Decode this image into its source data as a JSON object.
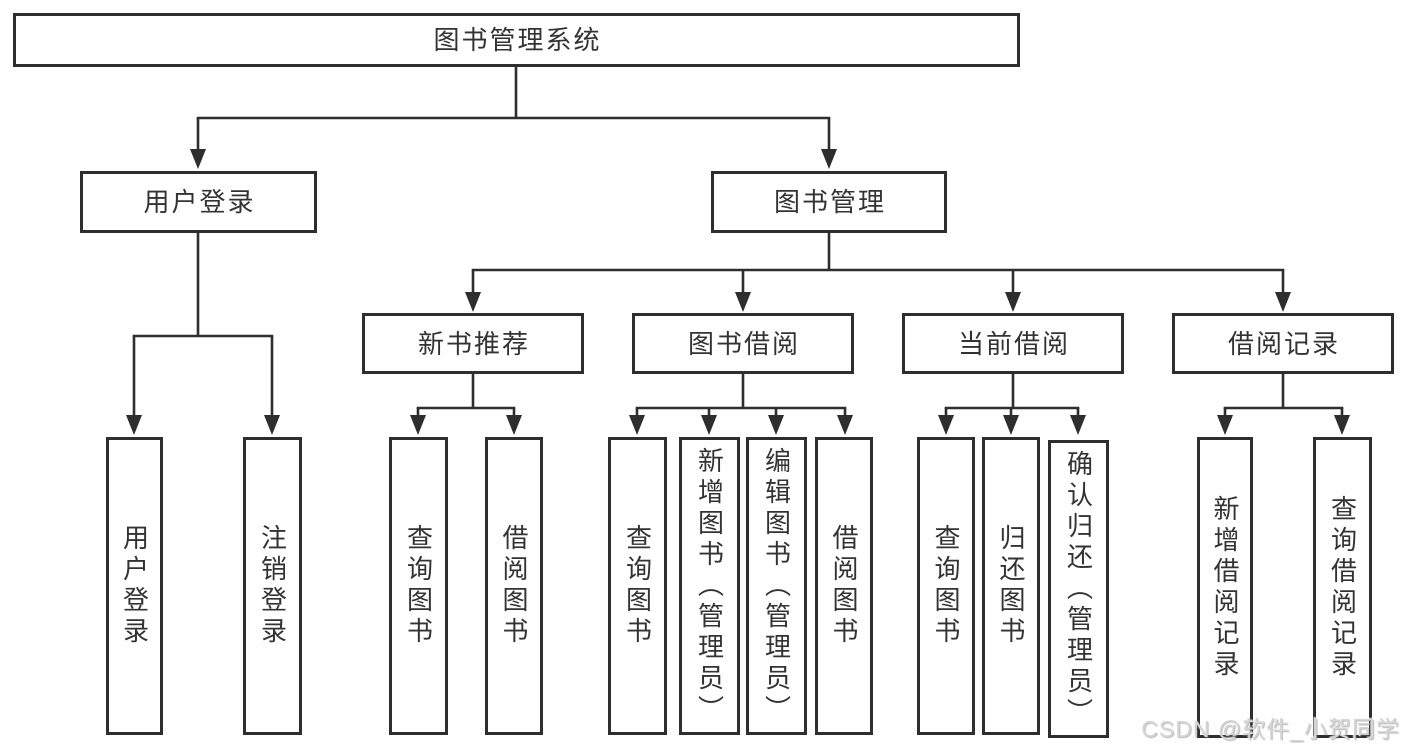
{
  "theme": {
    "background": "#ffffff",
    "line": "#2e2e2e",
    "text": "#333333",
    "watermark": "#d6d6d6"
  },
  "tree": {
    "label": "图书管理系统",
    "children": [
      {
        "label": "用户登录",
        "children": [
          {
            "label": "用户登录"
          },
          {
            "label": "注销登录"
          }
        ]
      },
      {
        "label": "图书管理",
        "children": [
          {
            "label": "新书推荐",
            "children": [
              {
                "label": "查询图书"
              },
              {
                "label": "借阅图书"
              }
            ]
          },
          {
            "label": "图书借阅",
            "children": [
              {
                "label": "查询图书"
              },
              {
                "label": "新增图书（管理员）"
              },
              {
                "label": "编辑图书（管理员）"
              },
              {
                "label": "借阅图书"
              }
            ]
          },
          {
            "label": "当前借阅",
            "children": [
              {
                "label": "查询图书"
              },
              {
                "label": "归还图书"
              },
              {
                "label": "确认归还（管理员）"
              }
            ]
          },
          {
            "label": "借阅记录",
            "children": [
              {
                "label": "新增借阅记录"
              },
              {
                "label": "查询借阅记录"
              }
            ]
          }
        ]
      }
    ]
  },
  "watermark": {
    "text": "CSDN @软件_小贺同学"
  }
}
